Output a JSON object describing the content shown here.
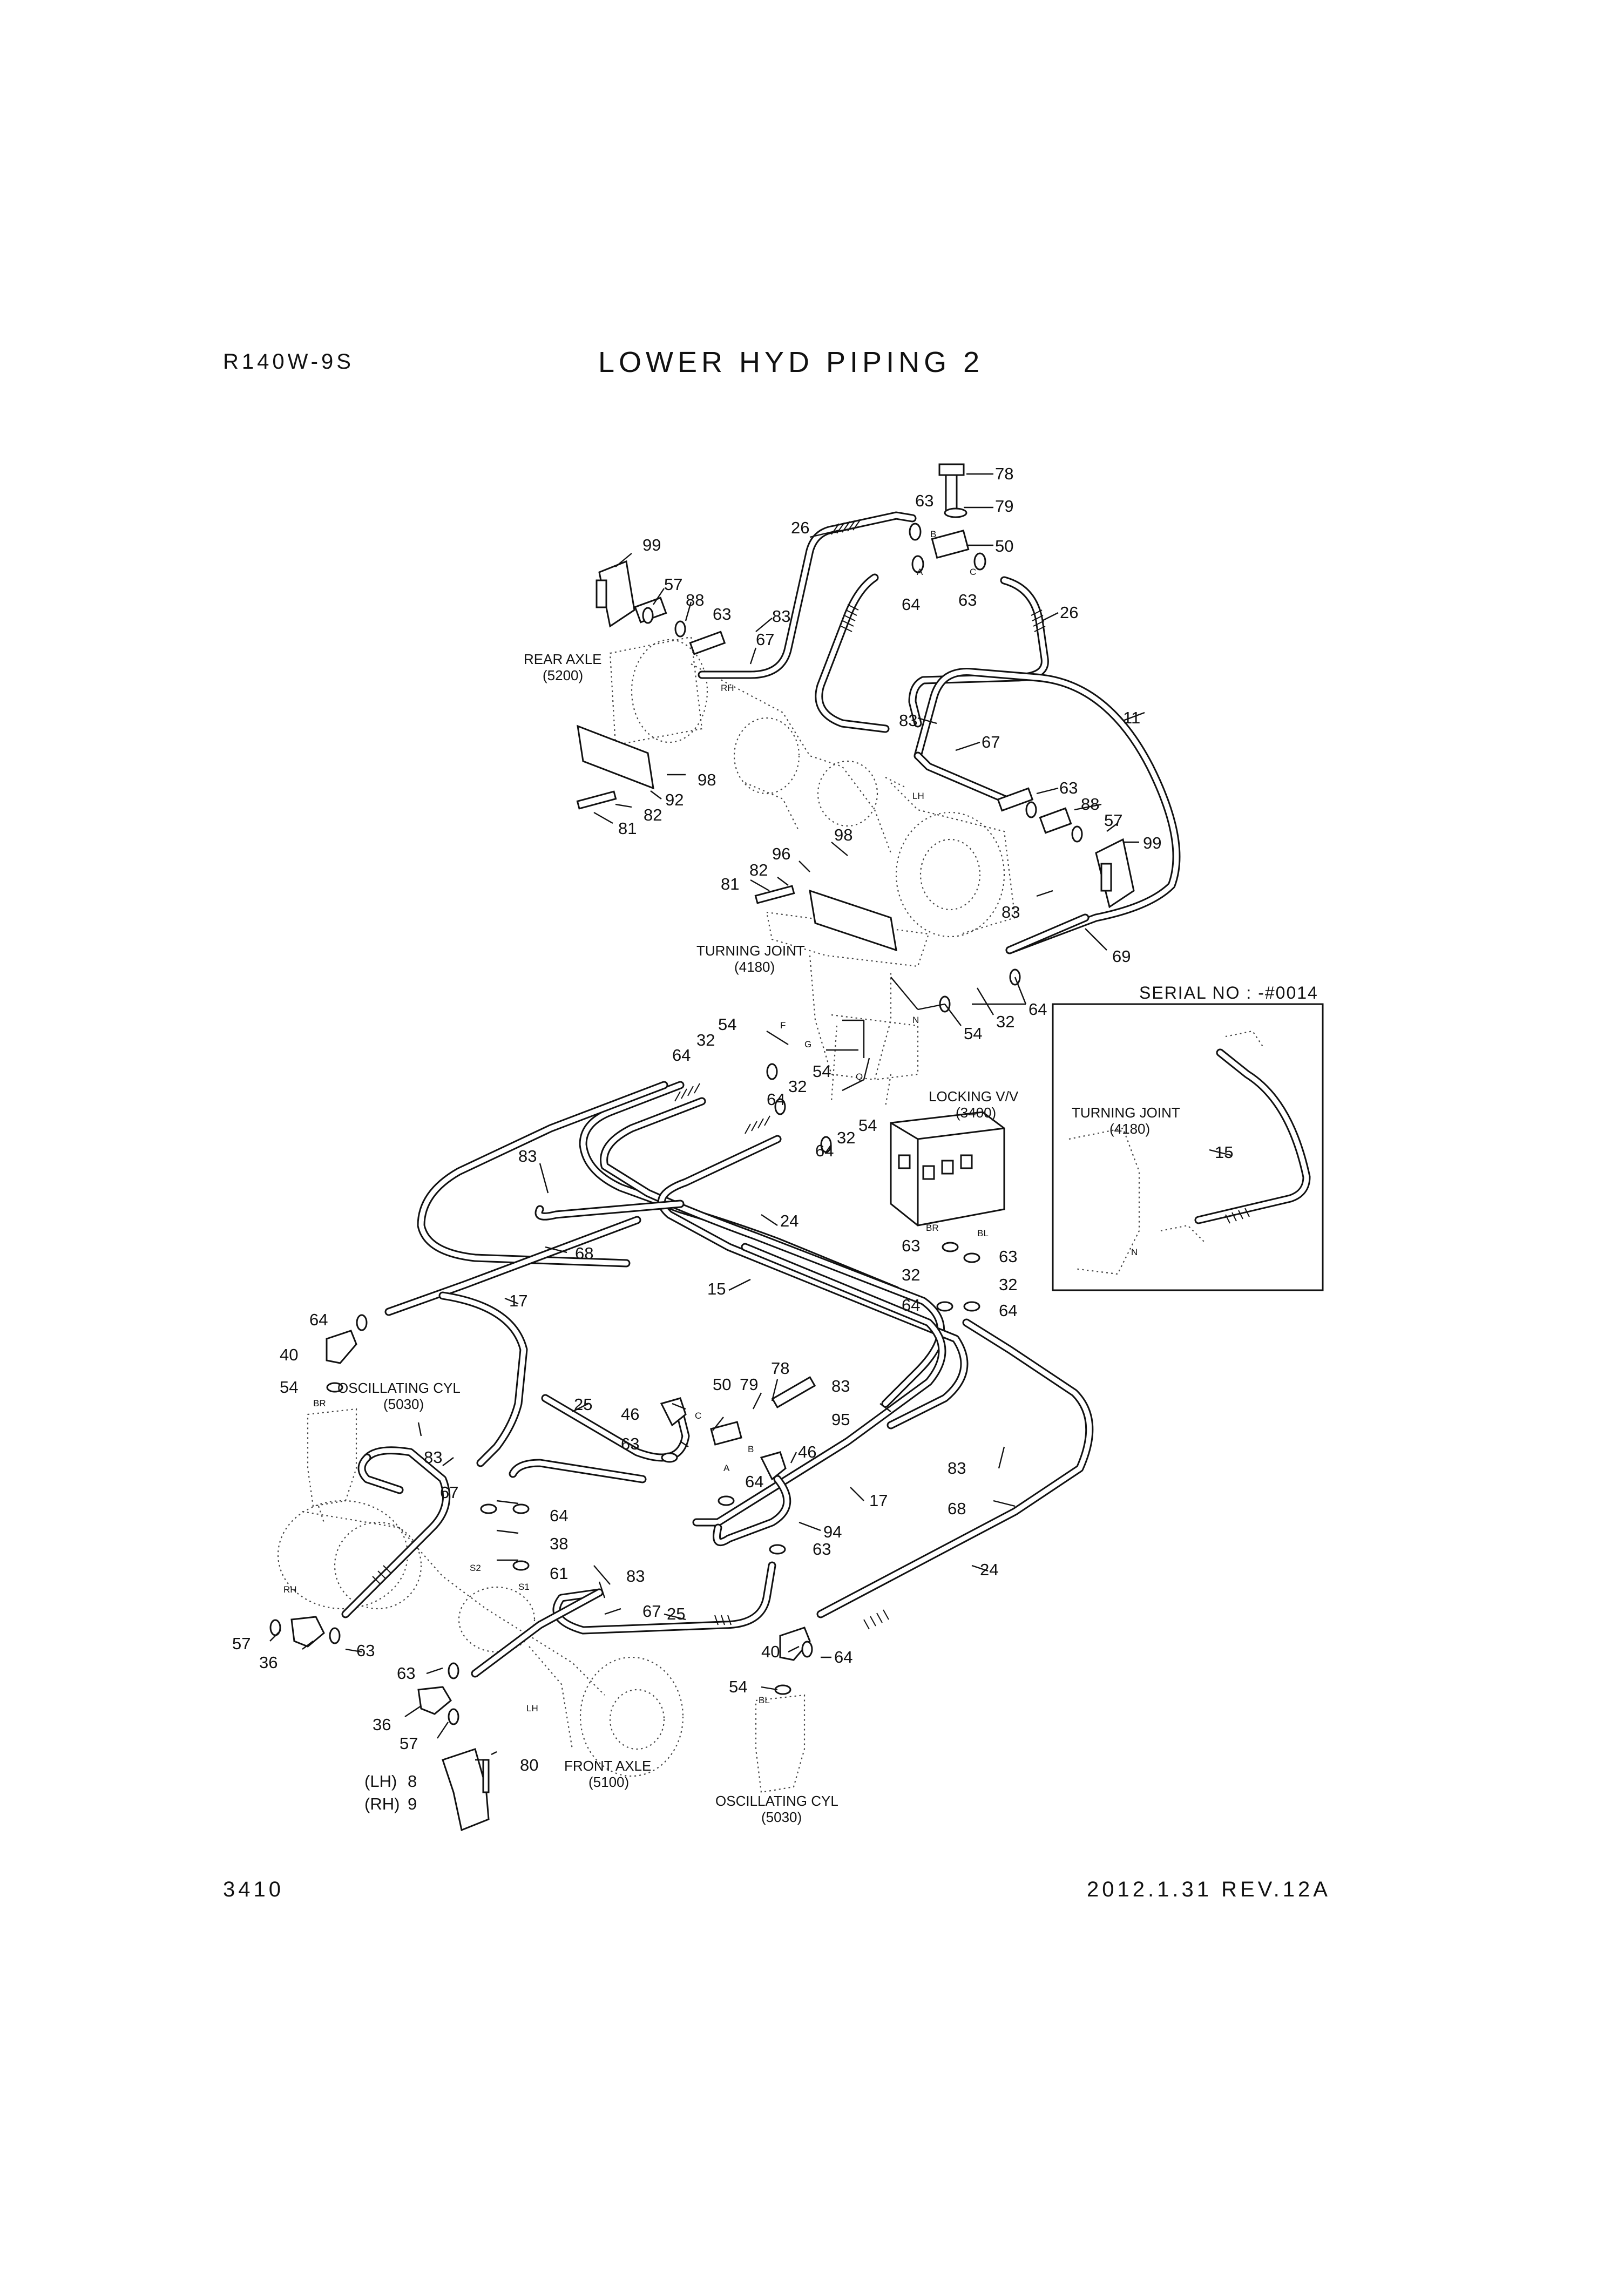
{
  "header": {
    "model": "R140W-9S",
    "title": "LOWER HYD PIPING 2"
  },
  "footer": {
    "page_number": "3410",
    "date_revision": "2012.1.31  REV.12A"
  },
  "components": {
    "rear_axle": {
      "name": "REAR AXLE",
      "code": "(5200)"
    },
    "turning_joint": {
      "name": "TURNING JOINT",
      "code": "(4180)"
    },
    "locking_valve": {
      "name": "LOCKING V/V",
      "code": "(3400)"
    },
    "oscillating_cyl_left": {
      "name": "OSCILLATING CYL",
      "code": "(5030)"
    },
    "oscillating_cyl_right": {
      "name": "OSCILLATING CYL",
      "code": "(5030)"
    },
    "front_axle": {
      "name": "FRONT AXLE",
      "code": "(5100)"
    }
  },
  "inset": {
    "serial_no": "SERIAL NO : -#0014",
    "turning_joint_name": "TURNING JOINT",
    "turning_joint_code": "(4180)",
    "part_15": "15",
    "port_n": "N"
  },
  "bracket_variants": {
    "lh_label": "(LH)",
    "lh_part": "8",
    "rh_label": "(RH)",
    "rh_part": "9",
    "bolt_part": "80"
  },
  "port_letters": {
    "rh_rear": "RH",
    "lh_rear": "LH",
    "f": "F",
    "g": "G",
    "n": "N",
    "q": "Q",
    "br": "BR",
    "bl": "BL",
    "br_cyl": "BR",
    "bl_cyl": "BL",
    "a_top": "A",
    "b_top": "B",
    "c_top": "C",
    "a_mid": "A",
    "b_mid": "B",
    "c_mid": "C",
    "s1": "S1",
    "s2": "S2",
    "rh_front": "RH",
    "lh_front": "LH"
  },
  "callouts": {
    "p78_top": "78",
    "p79_top": "79",
    "p63_tee1": "63",
    "p26_left": "26",
    "p50_top": "50",
    "p64_tee": "64",
    "p63_tee2": "63",
    "p26_right": "26",
    "p99_left": "99",
    "p57_left": "57",
    "p88_left": "88",
    "p63_left": "63",
    "p83_top": "83",
    "p67_left": "67",
    "p83_lh": "83",
    "p11": "11",
    "p67_right": "67",
    "p63_right": "63",
    "p88_right": "88",
    "p57_right": "57",
    "p99_right": "99",
    "p98_top": "98",
    "p92": "92",
    "p82_top": "82",
    "p81_top": "81",
    "p98_mid": "98",
    "p96": "96",
    "p82_mid": "82",
    "p81_mid": "81",
    "p83_tj": "83",
    "p69": "69",
    "p64_tj_r": "64",
    "p32_tj_r": "32",
    "p54_tj_r": "54",
    "p54_f": "54",
    "p32_f": "32",
    "p64_f": "64",
    "p54_g": "54",
    "p32_g": "32",
    "p64_g": "64",
    "p54_q": "54",
    "p32_q": "32",
    "p64_q": "64",
    "p83_clamp": "83",
    "p24_top": "24",
    "p68_top": "68",
    "p15": "15",
    "p17_top": "17",
    "p64_br": "64",
    "p40_br": "40",
    "p54_br": "54",
    "p63_lv_l": "63",
    "p32_lv_l": "32",
    "p64_lv_l": "64",
    "p63_lv_r": "63",
    "p32_lv_r": "32",
    "p64_lv_r": "64",
    "p78_mid": "78",
    "p79_mid": "79",
    "p50_mid": "50",
    "p46_mid_l": "46",
    "p63_mid": "63",
    "p25_top": "25",
    "p46_mid_r": "46",
    "p64_mid": "64",
    "p83_mid": "83",
    "p95": "95",
    "p17_mid": "17",
    "p94": "94",
    "p63_mid_b": "63",
    "p83_right": "83",
    "p68_right": "68",
    "p24_bot": "24",
    "p83_fl": "83",
    "p67_fl": "67",
    "p64_s": "64",
    "p38": "38",
    "p61": "61",
    "p83_front": "83",
    "p67_front": "67",
    "p25_bot": "25",
    "p57_fl": "57",
    "p36_fl": "36",
    "p63_fl": "63",
    "p63_lh": "63",
    "p36_lh": "36",
    "p57_lh": "57",
    "p40_bl": "40",
    "p64_bl": "64",
    "p54_bl": "54"
  },
  "colors": {
    "line": "#111111",
    "background": "#ffffff",
    "ghost": "#444444"
  }
}
